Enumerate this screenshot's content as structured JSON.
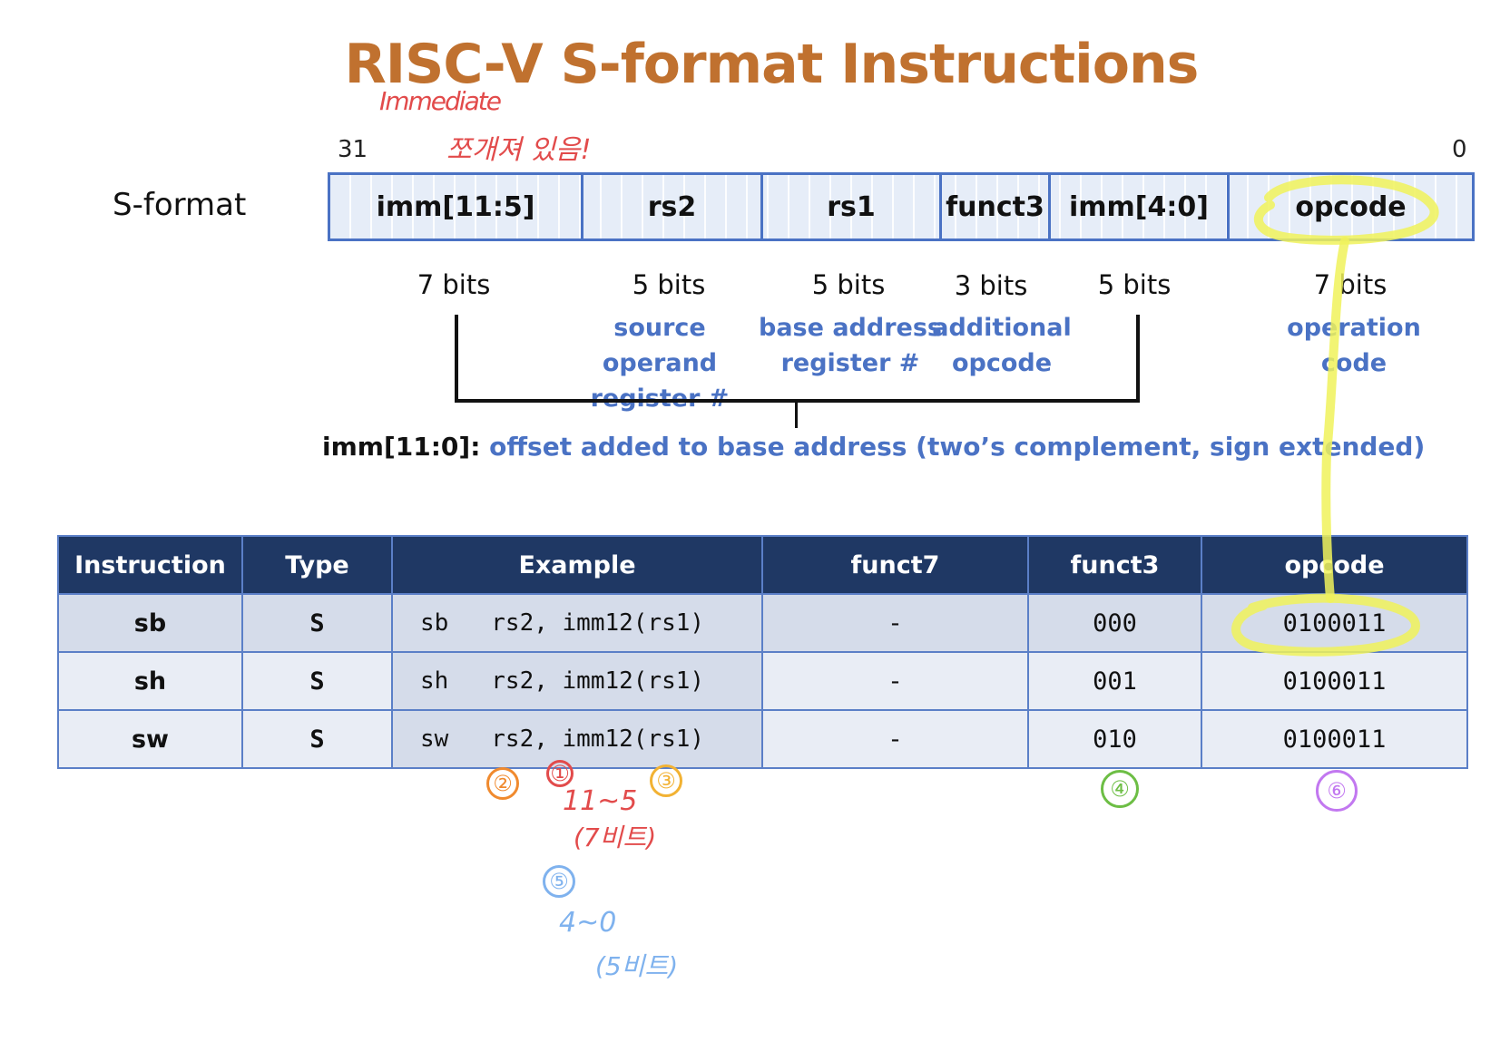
{
  "title": "RISC-V S-format Instructions",
  "format": {
    "label": "S-format",
    "bit_high": "31",
    "bit_low": "0",
    "fields": [
      {
        "name": "imm[11:5]",
        "bits": "7 bits",
        "desc1": "",
        "desc2": ""
      },
      {
        "name": "rs2",
        "bits": "5 bits",
        "desc1": "source operand",
        "desc2": "register #"
      },
      {
        "name": "rs1",
        "bits": "5 bits",
        "desc1": "base address",
        "desc2": "register #"
      },
      {
        "name": "funct3",
        "bits": "3 bits",
        "desc1": "additional",
        "desc2": "opcode"
      },
      {
        "name": "imm[4:0]",
        "bits": "5 bits",
        "desc1": "",
        "desc2": ""
      },
      {
        "name": "opcode",
        "bits": "7 bits",
        "desc1": "operation",
        "desc2": "code"
      }
    ],
    "imm_note_label": "imm[11:0]:",
    "imm_note_text": "offset added to base address (two’s complement, sign extended)"
  },
  "table": {
    "headers": [
      "Instruction",
      "Type",
      "Example",
      "funct7",
      "funct3",
      "opcode"
    ],
    "rows": [
      {
        "instruction": "sb",
        "type": "S",
        "example": "sb   rs2, imm12(rs1)",
        "funct7": "-",
        "funct3": "000",
        "opcode": "0100011"
      },
      {
        "instruction": "sh",
        "type": "S",
        "example": "sh   rs2, imm12(rs1)",
        "funct7": "-",
        "funct3": "001",
        "opcode": "0100011"
      },
      {
        "instruction": "sw",
        "type": "S",
        "example": "sw   rs2, imm12(rs1)",
        "funct7": "-",
        "funct3": "010",
        "opcode": "0100011"
      }
    ]
  },
  "annotations": {
    "immediate": "Immediate",
    "split_note": "쪼개져 있음!",
    "circle1": "①",
    "circle2": "②",
    "circle3": "③",
    "circle4": "④",
    "circle5": "⑤",
    "circle6": "⑥",
    "range1": "11~5",
    "range1_bits": "(7비트)",
    "range2": "4~0",
    "range2_bits": "(5비트)",
    "colors": {
      "red": "#E24B4B",
      "orange": "#F08A2E",
      "yellow_orange": "#F2B233",
      "green": "#6DBE45",
      "purple": "#C278F0",
      "blue": "#7FB2EE",
      "highlight": "#F0F25A"
    }
  }
}
